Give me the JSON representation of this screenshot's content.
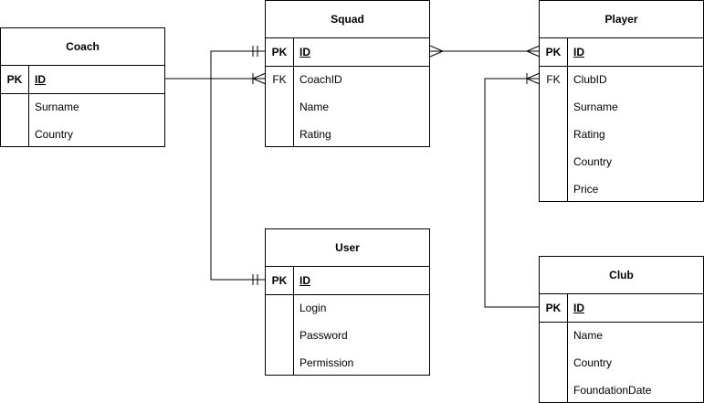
{
  "entities": {
    "coach": {
      "title": "Coach",
      "pk": {
        "key": "PK",
        "name": "ID"
      },
      "fields": [
        {
          "key": "",
          "name": "Surname"
        },
        {
          "key": "",
          "name": "Country"
        }
      ]
    },
    "squad": {
      "title": "Squad",
      "pk": {
        "key": "PK",
        "name": "ID"
      },
      "fields": [
        {
          "key": "FK",
          "name": "CoachID"
        },
        {
          "key": "",
          "name": "Name"
        },
        {
          "key": "",
          "name": "Rating"
        }
      ]
    },
    "player": {
      "title": "Player",
      "pk": {
        "key": "PK",
        "name": "ID"
      },
      "fields": [
        {
          "key": "FK",
          "name": "ClubID"
        },
        {
          "key": "",
          "name": "Surname"
        },
        {
          "key": "",
          "name": "Rating"
        },
        {
          "key": "",
          "name": "Country"
        },
        {
          "key": "",
          "name": "Price"
        }
      ]
    },
    "user": {
      "title": "User",
      "pk": {
        "key": "PK",
        "name": "ID"
      },
      "fields": [
        {
          "key": "",
          "name": "Login"
        },
        {
          "key": "",
          "name": "Password"
        },
        {
          "key": "",
          "name": "Permission"
        }
      ]
    },
    "club": {
      "title": "Club",
      "pk": {
        "key": "PK",
        "name": "ID"
      },
      "fields": [
        {
          "key": "",
          "name": "Name"
        },
        {
          "key": "",
          "name": "Country"
        },
        {
          "key": "",
          "name": "FoundationDate"
        }
      ]
    }
  },
  "relationships": [
    {
      "from": "Coach.ID",
      "to": "Squad.CoachID",
      "from_end": "none",
      "to_end": "many"
    },
    {
      "from": "Squad.ID",
      "to": "Player.ID",
      "from_end": "many",
      "to_end": "many"
    },
    {
      "from": "Squad.ID",
      "to": "User.ID",
      "from_end": "one-and-only-one",
      "to_end": "one-and-only-one"
    },
    {
      "from": "Club.ID",
      "to": "Player.ClubID",
      "from_end": "none",
      "to_end": "many"
    }
  ],
  "colors": {
    "line": "#000000",
    "background": "#ffffff",
    "text": "#000000"
  }
}
